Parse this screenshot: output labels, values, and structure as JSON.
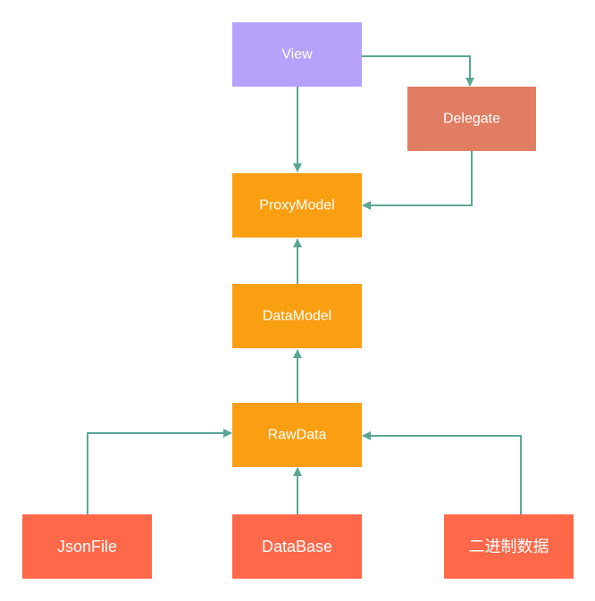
{
  "colors": {
    "view": "#b6a2fb",
    "delegate": "#e07d62",
    "model": "#fb9f12",
    "source": "#ff6848",
    "arrow": "#5ba595",
    "text": "#ffffff"
  },
  "nodes": {
    "view": "View",
    "delegate": "Delegate",
    "proxy_model": "ProxyModel",
    "data_model": "DataModel",
    "raw_data": "RawData",
    "json_file": "JsonFile",
    "database": "DataBase",
    "binary_data": "二进制数据"
  }
}
